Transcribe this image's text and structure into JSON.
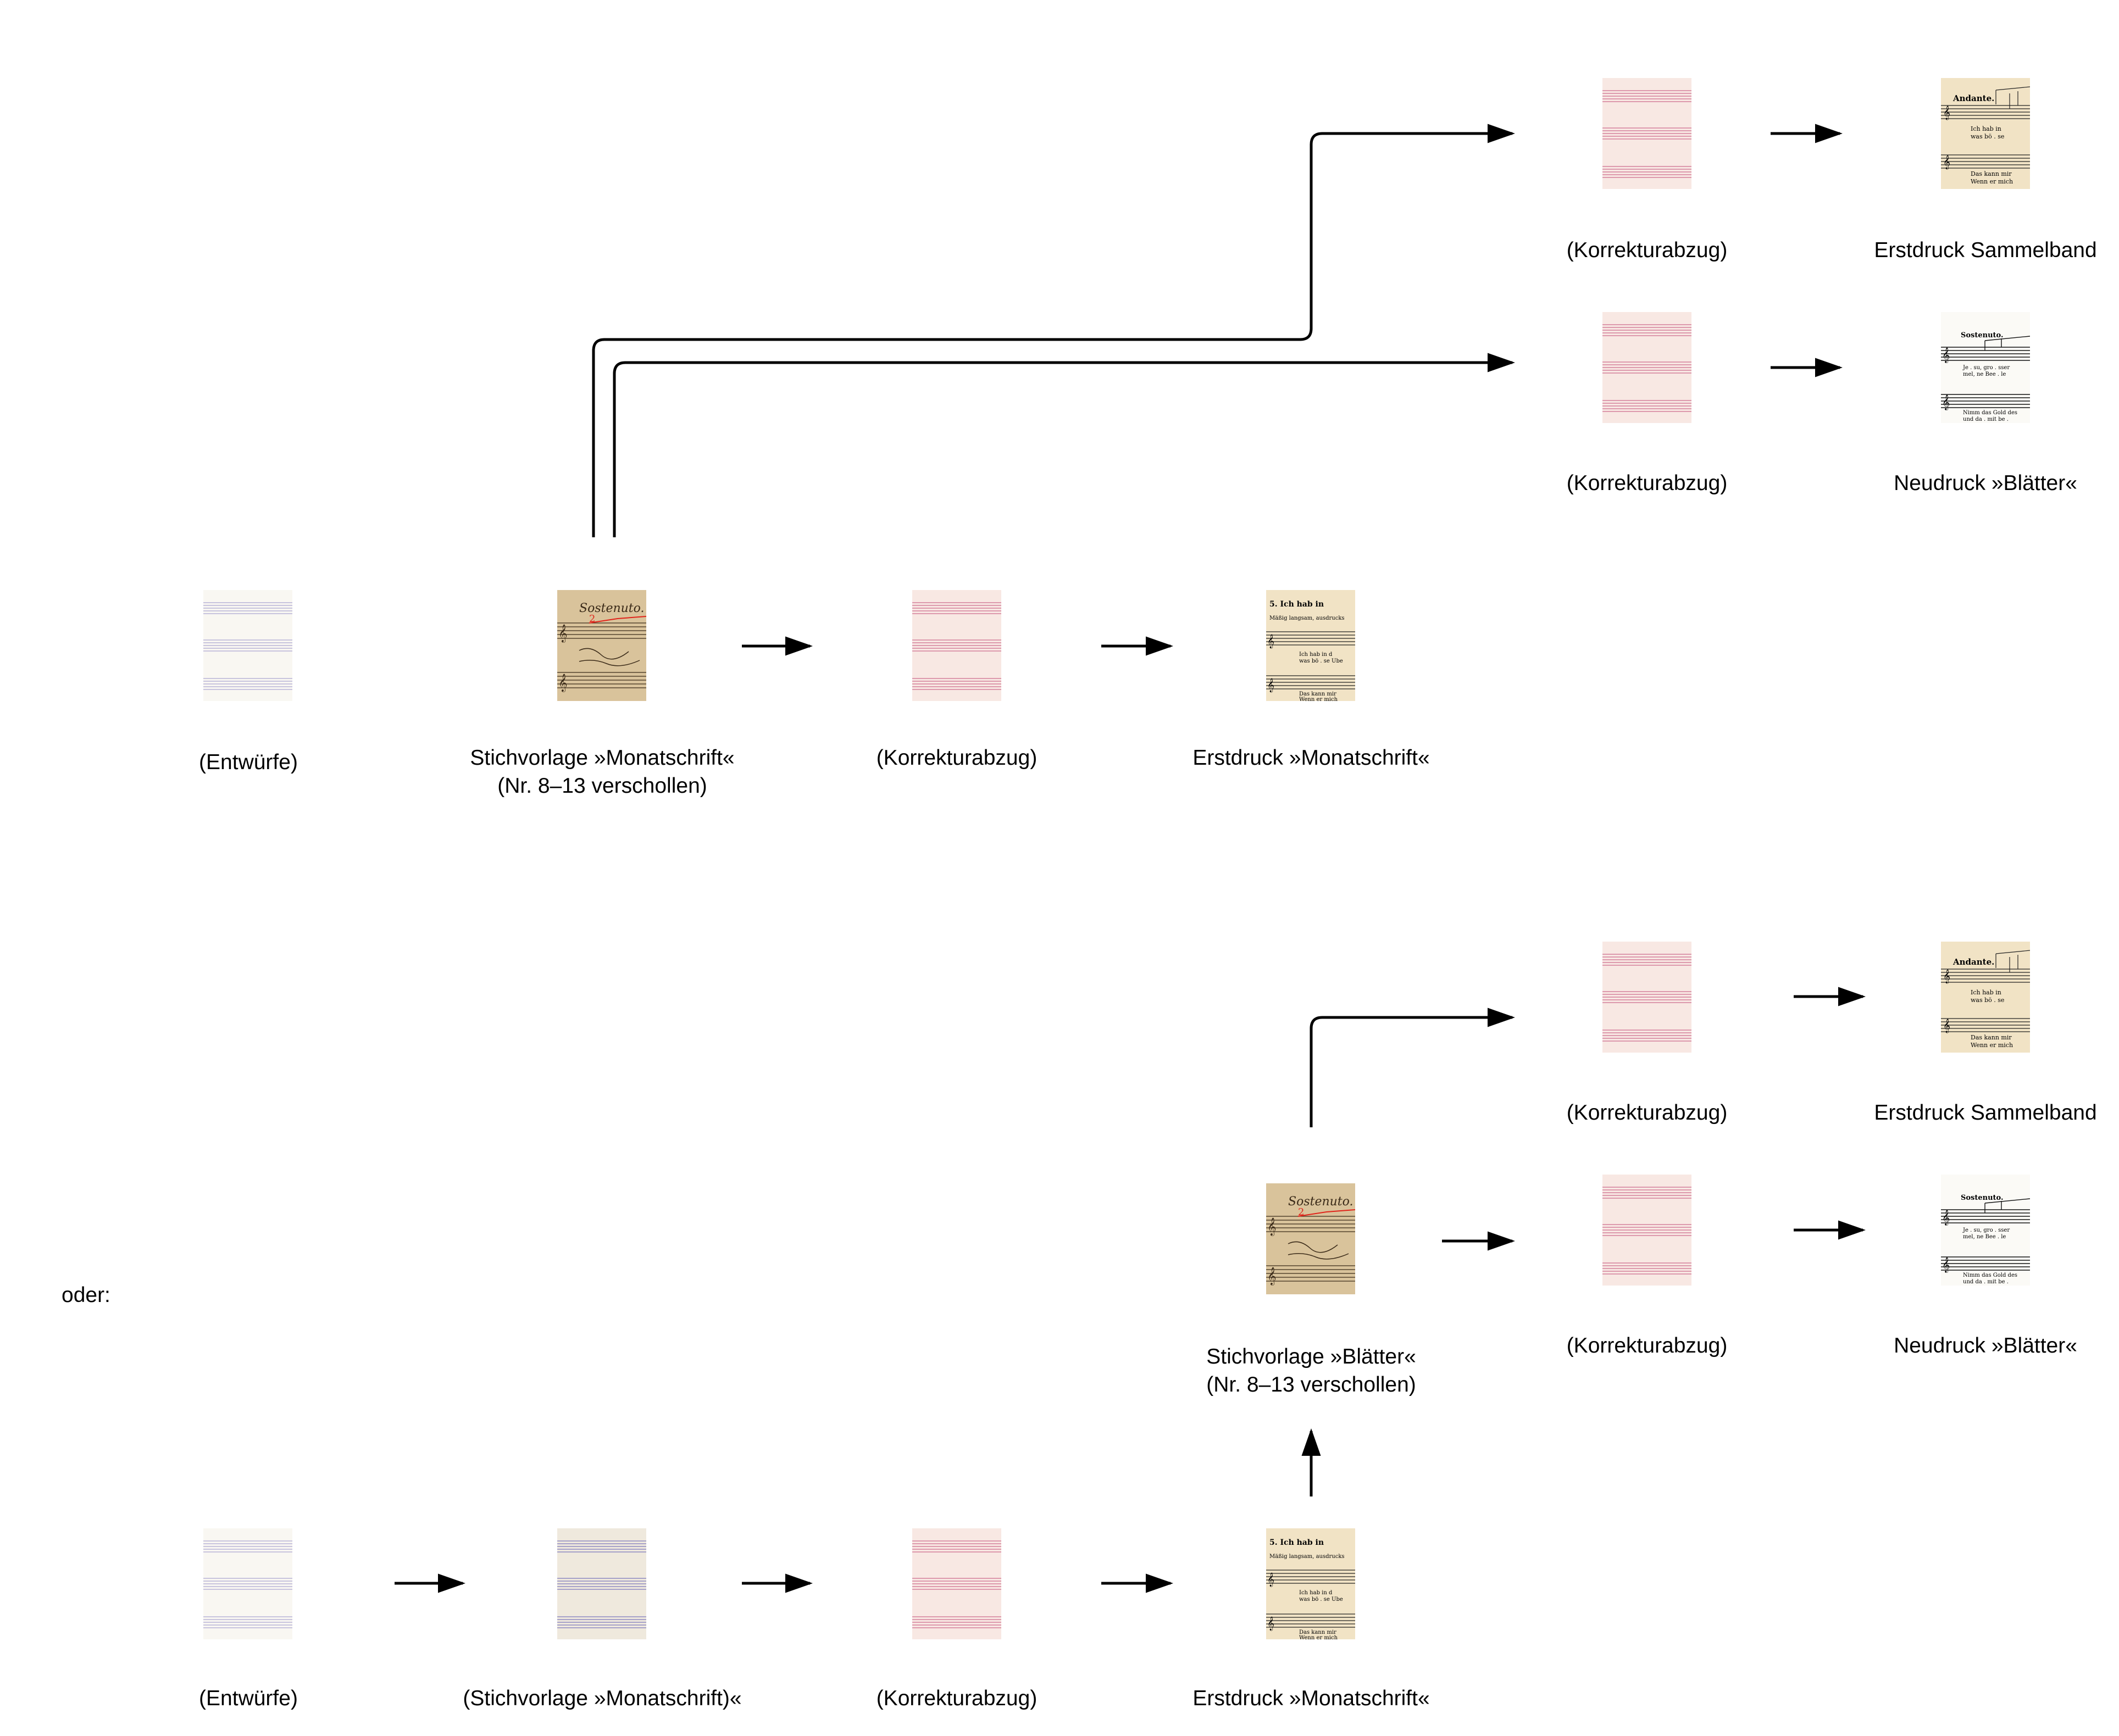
{
  "labels": {
    "entwuerfe": "(Entwürfe)",
    "stichvorlage_monatschrift": "Stichvorlage »Monatschrift«",
    "verschollen": "(Nr. 8–13 verschollen)",
    "korrekturabzug": "(Korrekturabzug)",
    "erstdruck_monatschrift": "Erstdruck »Monatschrift«",
    "erstdruck_sammelband": "Erstdruck Sammelband",
    "neudruck_blaetter": "Neudruck »Blätter«",
    "stichvorlage_blaetter": "Stichvorlage »Blätter«",
    "stichvorlage_monatschrift_paren": "(Stichvorlage »Monatschrift)«",
    "oder": "oder:"
  },
  "thumbnail_text": {
    "sammelband_tempo": "Andante.",
    "sammelband_lyric1": "Ich hab in",
    "sammelband_lyric2": "was bö . se",
    "sammelband_lyric3": "Das kann mir",
    "sammelband_lyric4": "Wenn er mich",
    "blaetter_tempo": "Sostenuto.",
    "blaetter_lyric1": "Je . su, gro . sser",
    "blaetter_lyric2": "mel, ne Bee . le",
    "blaetter_lyric3": "Nimm das Gold des",
    "blaetter_lyric4": "und da . mit be .",
    "monatschrift_heading": "5. Ich hab in",
    "monatschrift_tempo": "Mäßig langsam, ausdrucks",
    "monatschrift_lyric1": "Ich hab in d",
    "monatschrift_lyric2": "was bö . se Ube",
    "monatschrift_lyric3": "Das kann mir",
    "monatschrift_lyric4": "Wenn er mich",
    "ms_tempo": "Sostenuto."
  },
  "colors": {
    "arrow": "#000000",
    "blank_paper": "#f9f7f2",
    "proof_paper": "#f8e8e3",
    "proof_staff": "#dd99ad",
    "draft_staff": "#c8c4de",
    "print_paper": "#f1e3c5",
    "manuscript_paper": "#d9c39b",
    "correction_red": "#e0241b"
  }
}
